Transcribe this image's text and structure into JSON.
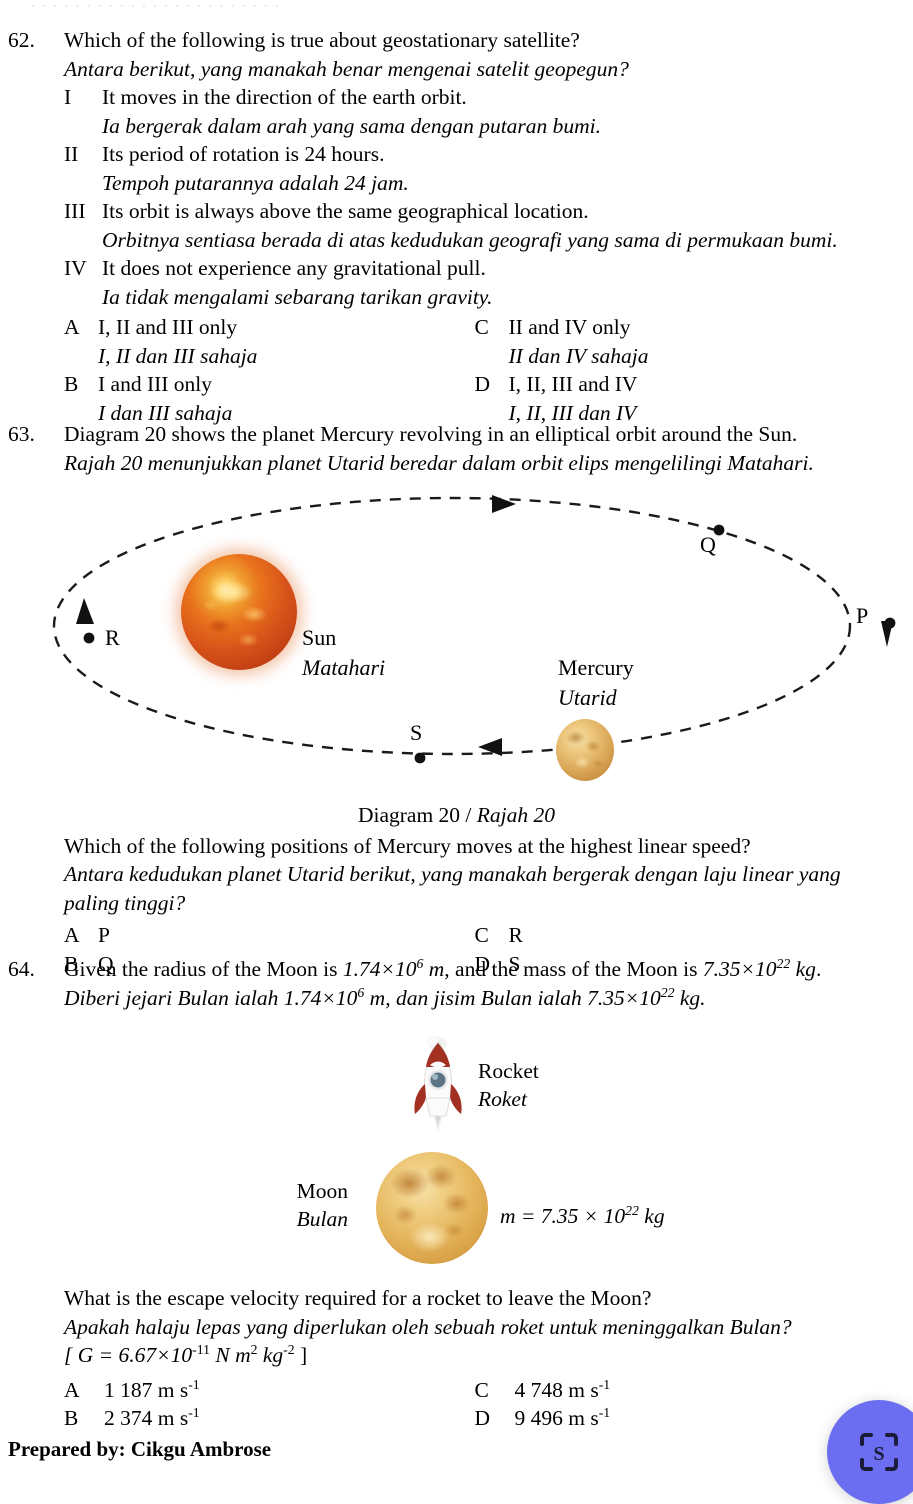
{
  "page": {
    "ghost_top_line": "· · ·   · ·   · · · ·   · · ·   · ·   · · · · ·   · ·   · ·",
    "footer": "Prepared by: Cikgu Ambrose"
  },
  "fab": {
    "icon": "scan-document-icon",
    "color": "#6b6ef0"
  },
  "questions": [
    {
      "number": "62.",
      "stem_en": "Which of the following is true about geostationary satellite?",
      "stem_my": "Antara berikut, yang manakah benar mengenai satelit geopegun?",
      "statements": [
        {
          "roman": "I",
          "en": "It moves in the direction of the earth orbit.",
          "my": "Ia bergerak dalam arah yang sama dengan putaran bumi."
        },
        {
          "roman": "II",
          "en": "Its period of rotation is 24 hours.",
          "my": "Tempoh putarannya adalah 24 jam."
        },
        {
          "roman": "III",
          "en": "Its orbit is always above the same geographical location.",
          "my": "Orbitnya sentiasa berada di atas kedudukan geografi yang sama di permukaan bumi."
        },
        {
          "roman": "IV",
          "en": "It does not experience any gravitational pull.",
          "my": "Ia tidak mengalami sebarang tarikan gravity."
        }
      ],
      "options": [
        {
          "letter": "A",
          "en": "I, II and III only",
          "my": "I, II dan III sahaja"
        },
        {
          "letter": "C",
          "en": "II and IV only",
          "my": "II dan IV sahaja"
        },
        {
          "letter": "B",
          "en": "I and III only",
          "my": "I dan III sahaja"
        },
        {
          "letter": "D",
          "en": "I, II, III and IV",
          "my": "I, II, III dan IV"
        }
      ]
    },
    {
      "number": "63.",
      "stem_en": "Diagram 20 shows the planet Mercury revolving in an elliptical orbit around the Sun.",
      "stem_my": "Rajah 20 menunjukkan planet Utarid beredar dalam orbit elips mengelilingi Matahari.",
      "diagram": {
        "caption_en": "Diagram 20 /",
        "caption_my": "Rajah 20",
        "sun_label_en": "Sun",
        "sun_label_my": "Matahari",
        "mercury_label_en": "Mercury",
        "mercury_label_my": "Utarid",
        "position_labels": [
          "P",
          "Q",
          "R",
          "S"
        ],
        "orbit_style": "dashed ellipse with direction arrowheads"
      },
      "question_en": "Which of the following positions of Mercury moves at the highest linear speed?",
      "question_my": "Antara kedudukan planet Utarid berikut, yang manakah bergerak dengan laju linear yang paling tinggi?",
      "options": [
        {
          "letter": "A",
          "en": "P",
          "my": ""
        },
        {
          "letter": "C",
          "en": "R",
          "my": ""
        },
        {
          "letter": "B",
          "en": "Q",
          "my": ""
        },
        {
          "letter": "D",
          "en": "S",
          "my": ""
        }
      ]
    },
    {
      "number": "64.",
      "given_en_1": "Given the radius of the Moon is",
      "given_radius": "1.74×10",
      "given_radius_exp": "6",
      "given_radius_unit": "m",
      "given_en_2": ", and the mass of the Moon is",
      "given_mass": "7.35×10",
      "given_mass_exp": "22",
      "given_mass_unit": "kg",
      "given_en_3": ".",
      "given_my_1": "Diberi jejari Bulan ialah",
      "given_my_2": ", dan jisim Bulan ialah",
      "given_my_3": ".",
      "rocket_label_en": "Rocket",
      "rocket_label_my": "Roket",
      "moon_label_en": "Moon",
      "moon_label_my": "Bulan",
      "moon_equation": "m = 7.35 × 10",
      "moon_equation_exp": "22",
      "moon_equation_unit": "kg",
      "question_en": "What is the escape velocity required for a rocket to leave the Moon?",
      "question_my": "Apakah halaju lepas yang diperlukan oleh sebuah roket untuk meninggalkan Bulan?",
      "constant_prefix": "[ G = 6.67×10",
      "constant_exp": "-11",
      "constant_unit_n": "N m",
      "constant_unit_n_exp": "2",
      "constant_unit_kg": "kg",
      "constant_unit_kg_exp": "-2",
      "constant_suffix": "]",
      "options": [
        {
          "letter": "A",
          "value": "1 187 m s",
          "exp": "-1"
        },
        {
          "letter": "C",
          "value": "4 748 m s",
          "exp": "-1"
        },
        {
          "letter": "B",
          "value": "2 374 m s",
          "exp": "-1"
        },
        {
          "letter": "D",
          "value": "9 496 m s",
          "exp": "-1"
        }
      ]
    }
  ]
}
